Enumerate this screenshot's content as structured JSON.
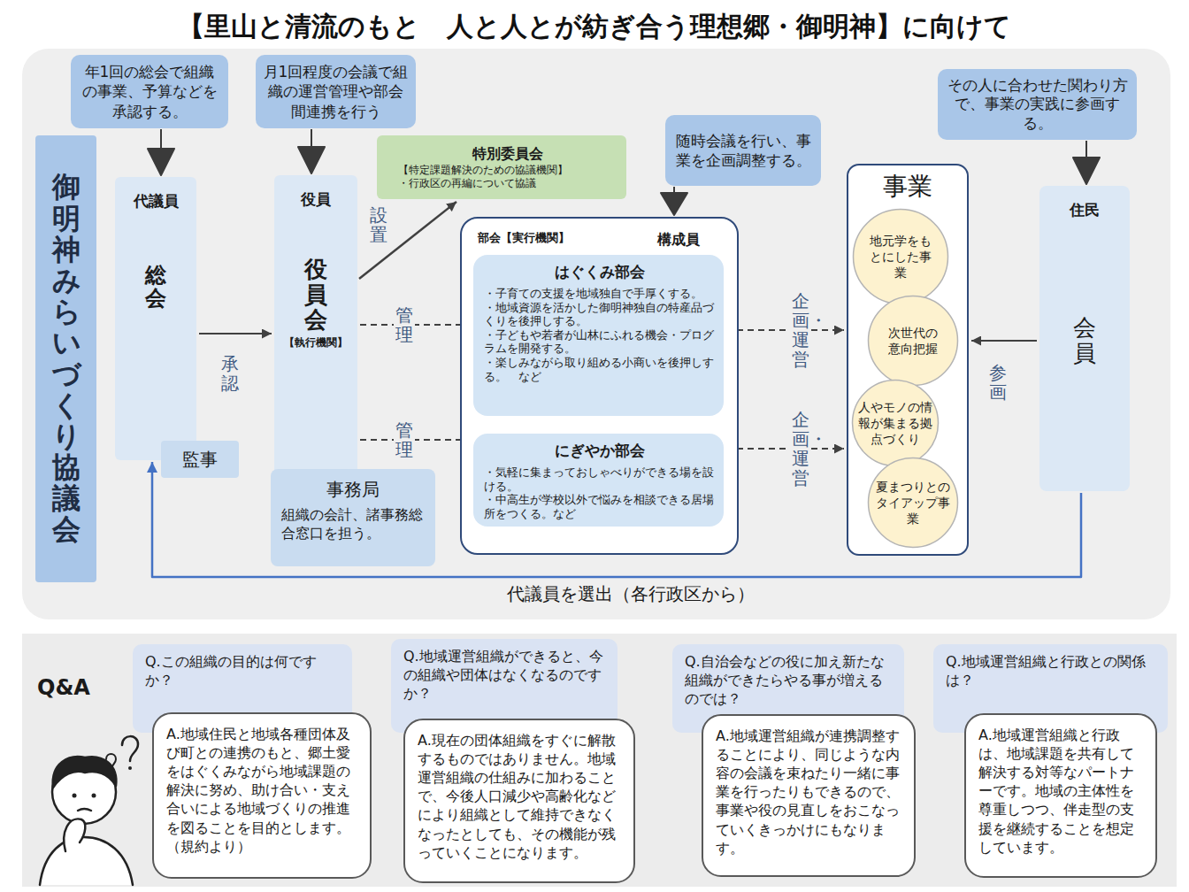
{
  "diagram": {
    "title": "【里山と清流のもと　人と人とが紡ぎ合う理想郷・御明神】に向けて",
    "nodes": [
      {
        "text": [
          "御明神みらいづくり協議会"
        ]
      },
      {
        "text": [
          "年1回の総会で組織の事業、予算などを承認する。"
        ]
      },
      {
        "text": [
          "代議員",
          "総会"
        ]
      },
      {
        "text": [
          "監事"
        ]
      },
      {
        "text": [
          "月1回程度の会議で組織の運営管理や部会間連携を行う"
        ]
      },
      {
        "text": [
          "役員",
          "役員会",
          "【執行機関】"
        ]
      },
      {
        "text": [
          "事務局",
          "組織の会計、諸事務総合窓口を担う。"
        ]
      },
      {
        "text": [
          "特別委員会",
          "【特定課題解決のための協議機関】",
          "・行政区の再編について協議"
        ]
      },
      {
        "text": [
          "随時会議を行い、事業を企画調整する。"
        ]
      },
      {
        "text": [
          "部会【実行機関】",
          "構成員"
        ]
      },
      {
        "text": [
          "はぐくみ部会",
          "・子育ての支援を地域独自で手厚くする。",
          "・地域資源を活かした御明神独自の特産品づくりを後押しする。",
          "・子どもや若者が山林にふれる機会・プログラムを開発する。",
          "・楽しみながら取り組める小商いを後押しする。　など"
        ],
        "in": 9
      },
      {
        "text": [
          "にぎやか部会",
          "・気軽に集まっておしゃべりができる場を設ける。",
          "・中高生が学校以外で悩みを相談できる居場所をつくる。など"
        ],
        "in": 9
      },
      {
        "text": [
          "事業"
        ]
      },
      {
        "text": [
          "地元学をもとにした事業"
        ],
        "in": 12
      },
      {
        "text": [
          "次世代の意向把握"
        ],
        "in": 12
      },
      {
        "text": [
          "人やモノの情報が集まる拠点づくり"
        ],
        "in": 12
      },
      {
        "text": [
          "夏まつりとのタイアップ事業"
        ],
        "in": 12
      },
      {
        "text": [
          "その人に合わせた関わり方で、事業の実践に参画する。"
        ]
      },
      {
        "text": [
          "住民",
          "会員"
        ]
      },
      {
        "text": [
          "Q.この組織の目的は何ですか？"
        ]
      },
      {
        "text": [
          "A.地域住民と地域各種団体及び町との連携のもと、郷土愛をはぐくみながら地域課題の解決に努め、助け合い・支え合いによる地域づくりの推進を図ることを目的とします。（規約より）"
        ]
      },
      {
        "text": [
          "Q.地域運営組織ができると、今の組織や団体はなくなるのですか？"
        ]
      },
      {
        "text": [
          "A.現在の団体組織をすぐに解散するものではありません。地域運営組織の仕組みに加わることで、今後人口減少や高齢化などにより組織として維持できなくなったとしても、その機能が残っていくことになります。"
        ]
      },
      {
        "text": [
          "Q.自治会などの役に加え新たな組織ができたらやる事が増えるのでは？"
        ]
      },
      {
        "text": [
          "A.地域運営組織が連携調整することにより、同じような内容の会議を束ねたり一緒に事業を行ったりもできるので、事業や役の見直しをおこなっていくきっかけにもなります。"
        ]
      },
      {
        "text": [
          "Q.地域運営組織と行政との関係は？"
        ]
      },
      {
        "text": [
          "A.地域運営組織と行政は、地域課題を共有して解決する対等なパートナーです。地域の主体性を尊重しつつ、伴走型の支援を継続することを想定しています。"
        ]
      }
    ],
    "edges": [
      {
        "from": 1,
        "to": 2,
        "arrow": "to"
      },
      {
        "from": 4,
        "to": 5,
        "arrow": "to"
      },
      {
        "from": 8,
        "to": 9,
        "arrow": "to"
      },
      {
        "from": 17,
        "to": 18,
        "arrow": "to"
      },
      {
        "from": 2,
        "to": 5,
        "label": "承認",
        "arrow": "to"
      },
      {
        "from": 5,
        "to": 7,
        "label": "設置",
        "arrow": "to"
      },
      {
        "from": 5,
        "to": 10,
        "label": "管理",
        "arrow": "to"
      },
      {
        "from": 5,
        "to": 11,
        "label": "管理",
        "arrow": "to"
      },
      {
        "from": 10,
        "to": 12,
        "label": "企画・運営",
        "arrow": "to"
      },
      {
        "from": 11,
        "to": 12,
        "label": "企画・運営",
        "arrow": "to"
      },
      {
        "from": 18,
        "to": 12,
        "label": "参画",
        "arrow": "to"
      },
      {
        "from": 18,
        "to": 2,
        "label": "代議員を選出（各行政区から）",
        "arrow": "to"
      }
    ],
    "labels": [
      "Q&A"
    ]
  }
}
